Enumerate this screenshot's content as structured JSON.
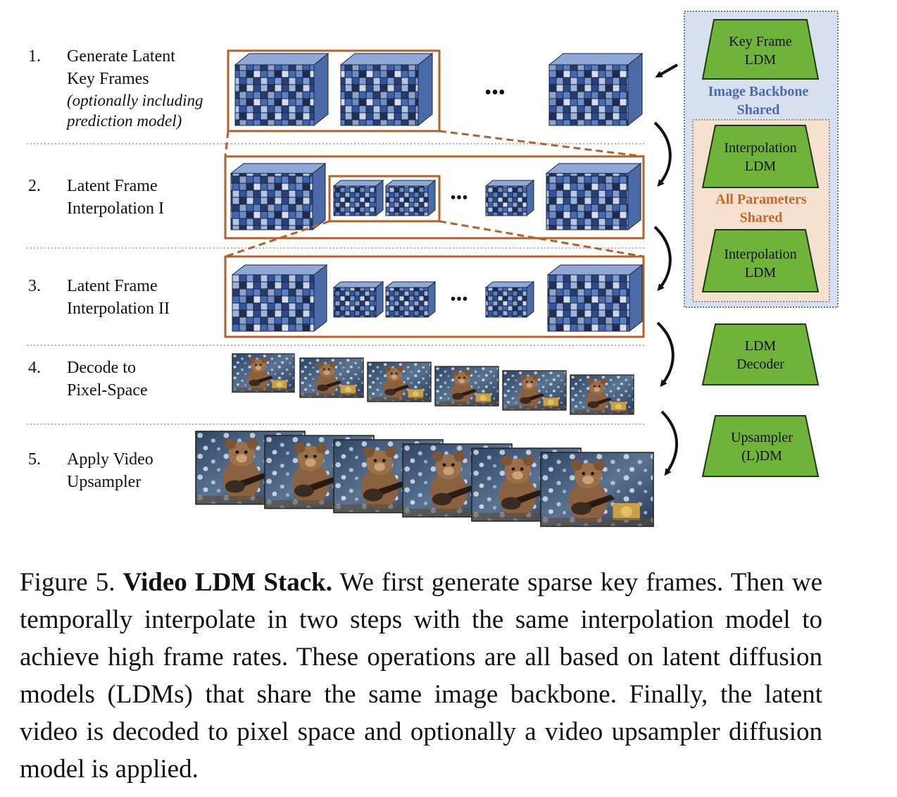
{
  "steps": [
    {
      "num": "1.",
      "line1": "Generate Latent",
      "line2": "Key Frames",
      "sub1": "(optionally including",
      "sub2": "prediction model)"
    },
    {
      "num": "2.",
      "line1": "Latent Frame",
      "line2": "Interpolation I"
    },
    {
      "num": "3.",
      "line1": "Latent Frame",
      "line2": "Interpolation II"
    },
    {
      "num": "4.",
      "line1": "Decode to",
      "line2": "Pixel-Space"
    },
    {
      "num": "5.",
      "line1": "Apply Video",
      "line2": "Upsampler"
    }
  ],
  "ellipsis": "•••",
  "models": {
    "keyframe": {
      "line1": "Key Frame",
      "line2": "LDM"
    },
    "interp1": {
      "line1": "Interpolation",
      "line2": "LDM"
    },
    "interp2": {
      "line1": "Interpolation",
      "line2": "LDM"
    },
    "decoder": {
      "line1": "LDM",
      "line2": "Decoder"
    },
    "upsampler": {
      "line1": "Upsampler",
      "line2": "(L)DM"
    }
  },
  "groups": {
    "backbone": {
      "line1": "Image Backbone",
      "line2": "Shared"
    },
    "params": {
      "line1": "All Parameters",
      "line2": "Shared"
    }
  },
  "caption": {
    "label": "Figure 5.",
    "title": "Video LDM Stack.",
    "body": "We first generate sparse key frames. Then we temporally interpolate in two steps with the same interpolation model to achieve high frame rates. These operations are all based on latent diffusion models (LDMs) that share the same image backbone. Finally, the latent video is decoded to pixel space and optionally a video upsampler diffusion model is applied."
  },
  "colors": {
    "orange": "#b5612a",
    "green": "#6fb33a",
    "backbone_fill": "#d8e0ef",
    "backbone_text": "#4a6aaa",
    "params_fill": "#f6e0cf",
    "params_text": "#c0692c"
  },
  "icons": [
    "latent-cube-icon",
    "teddy-bear-frame-icon",
    "curved-arrow-icon",
    "trapezoid-model-icon"
  ]
}
